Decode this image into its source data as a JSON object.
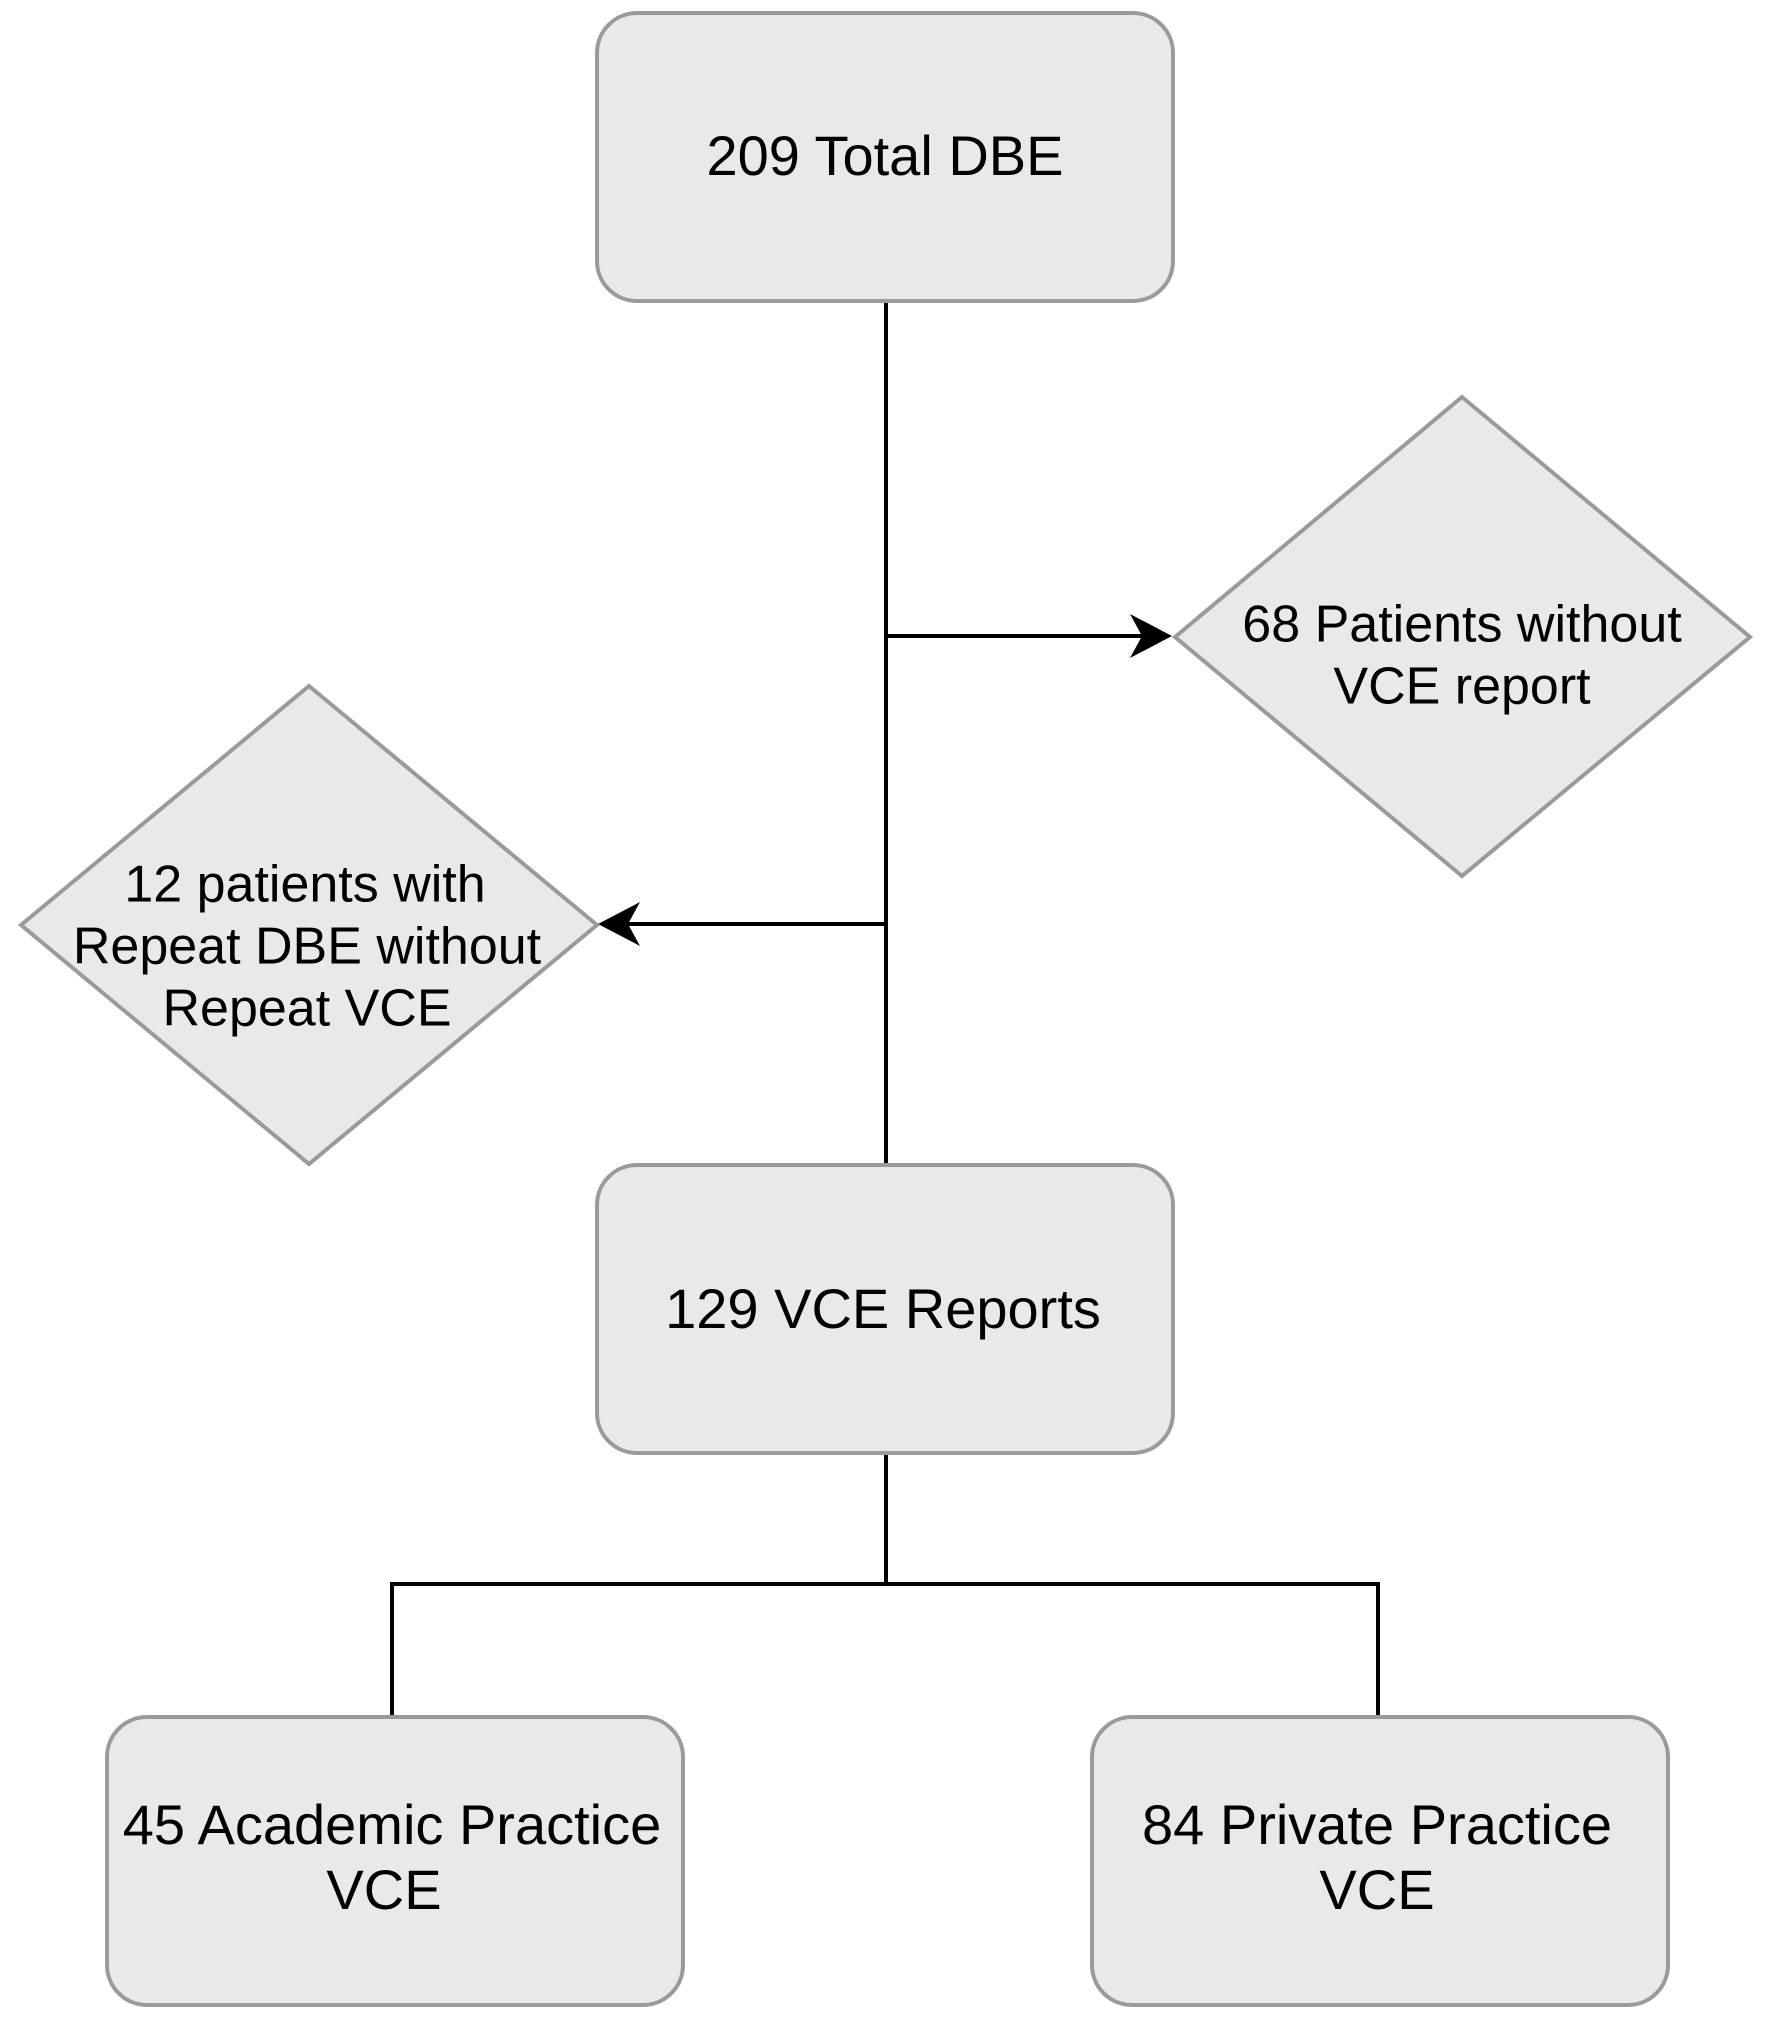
{
  "nodes": {
    "total_dbe": {
      "label": "209 Total DBE"
    },
    "no_vce_report": {
      "lines": [
        "68 Patients without",
        "VCE report"
      ]
    },
    "repeat_dbe": {
      "lines": [
        "12 patients with",
        "Repeat DBE without",
        "Repeat VCE"
      ]
    },
    "vce_reports": {
      "label": "129 VCE Reports"
    },
    "academic": {
      "lines": [
        "45 Academic Practice",
        "VCE"
      ]
    },
    "private": {
      "lines": [
        "84 Private Practice",
        "VCE"
      ]
    }
  },
  "colors": {
    "node_fill": "#e9e9e9",
    "node_stroke": "#9a9a9a",
    "edge": "#000000",
    "text": "#000000"
  }
}
